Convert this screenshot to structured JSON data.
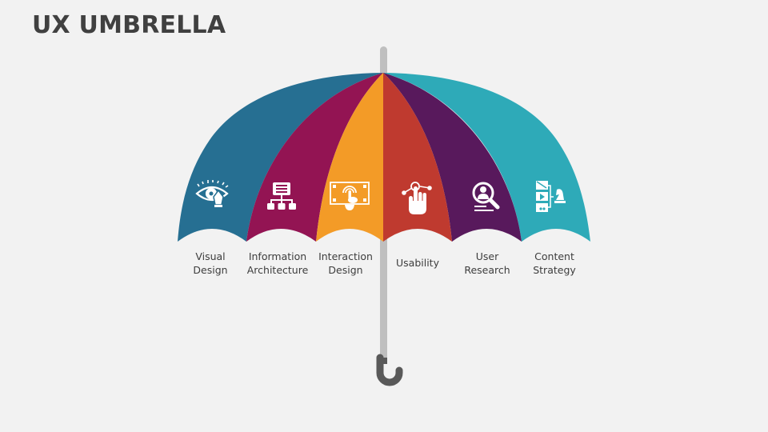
{
  "title": "UX UMBRELLA",
  "colors": {
    "background": "#f2f2f2",
    "title": "#404040",
    "shaft": "#bfbfbf",
    "handle": "#595959"
  },
  "segments": [
    {
      "id": "visual-design",
      "line1": "Visual",
      "line2": "Design",
      "color": "#266f92",
      "icon": "eye-pen-icon"
    },
    {
      "id": "information-architecture",
      "line1": "Information",
      "line2": "Architecture",
      "color": "#931453",
      "icon": "sitemap-icon"
    },
    {
      "id": "interaction-design",
      "line1": "Interaction",
      "line2": "Design",
      "color": "#f39b27",
      "icon": "touch-screen-icon"
    },
    {
      "id": "usability",
      "line1": "Usability",
      "line2": "",
      "color": "#bf3a2f",
      "icon": "hand-pointer-icon"
    },
    {
      "id": "user-research",
      "line1": "User",
      "line2": "Research",
      "color": "#58195c",
      "icon": "user-search-icon"
    },
    {
      "id": "content-strategy",
      "line1": "Content",
      "line2": "Strategy",
      "color": "#2eaab8",
      "icon": "content-chess-icon"
    }
  ]
}
